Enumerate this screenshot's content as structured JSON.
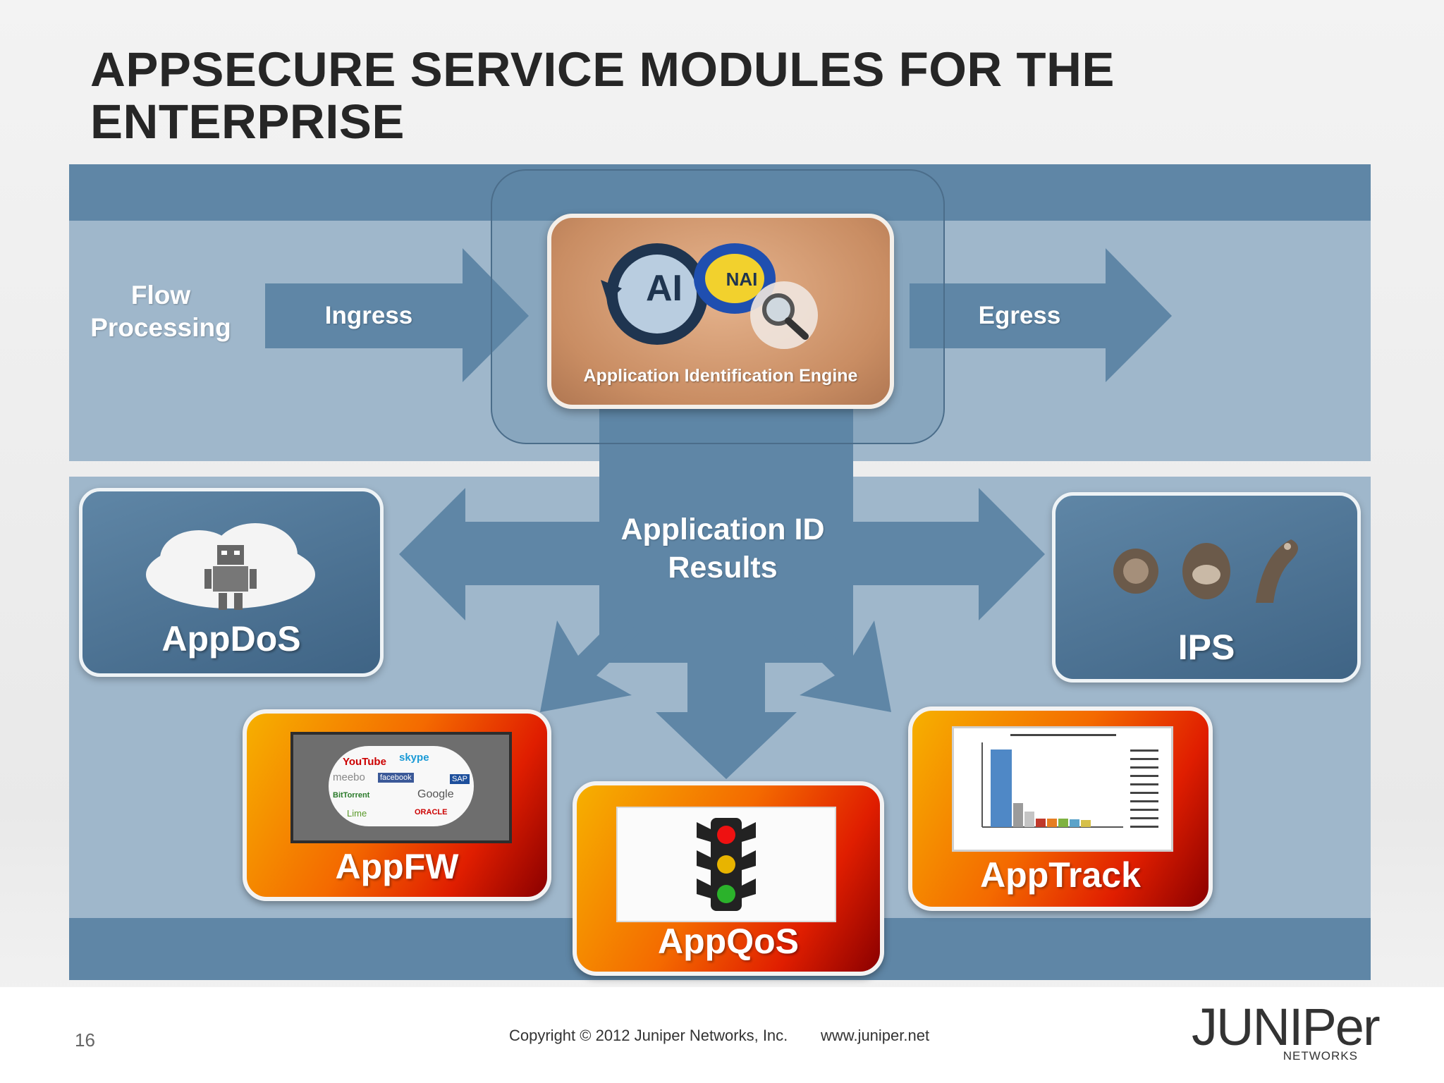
{
  "slide": {
    "title": "APPSECURE SERVICE MODULES FOR THE ENTERPRISE",
    "page_number": "16",
    "copyright": "Copyright © 2012 Juniper Networks, Inc.",
    "website": "www.juniper.net",
    "logo_text": "JUNIPer",
    "logo_subtext": "NETWORKS"
  },
  "flow": {
    "flow_processing": "Flow Processing",
    "ingress": "Ingress",
    "egress": "Egress"
  },
  "engine": {
    "label": "Application Identification Engine",
    "ai_badge": "AI",
    "nai_badge": "NAI"
  },
  "results": {
    "label": "Application ID Results"
  },
  "modules": {
    "appdos": "AppDoS",
    "ips": "IPS",
    "appfw": "AppFW",
    "appqos": "AppQoS",
    "apptrack": "AppTrack"
  },
  "appfw_logos": [
    "YouTube",
    "skype",
    "meebo",
    "facebook",
    "BitTorrent",
    "Google",
    "Lime",
    "ORACLE",
    "SAP"
  ],
  "icons": {
    "robot": "robot-icon",
    "bugs": "malware-bugs-icon",
    "traffic_light": "traffic-light-icon",
    "magnifier": "magnifier-icon"
  }
}
